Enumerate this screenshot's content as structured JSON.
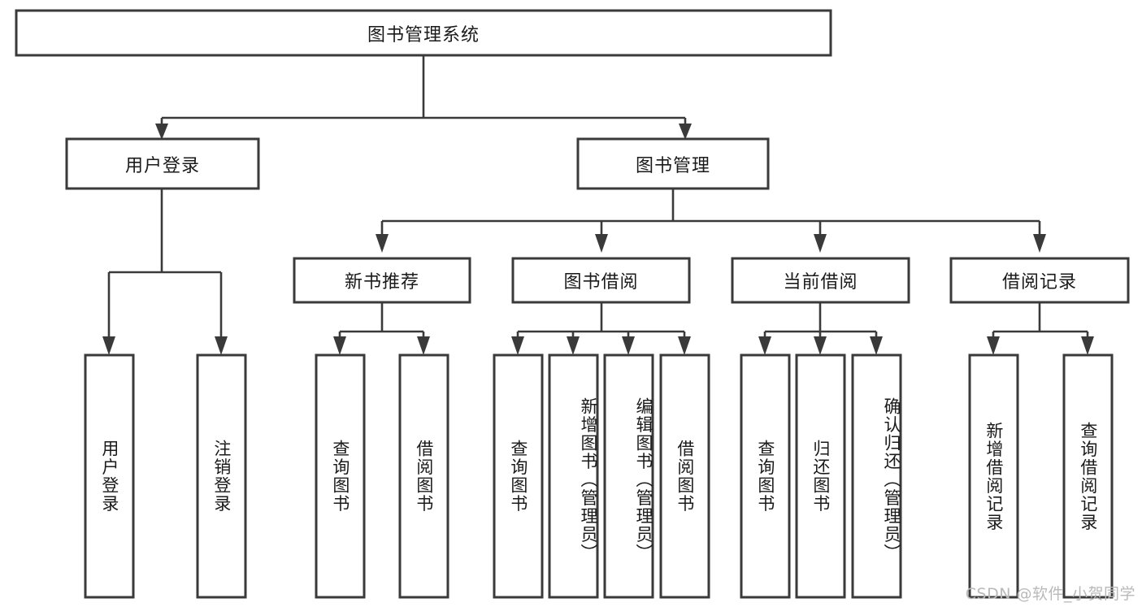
{
  "diagram": {
    "title": "图书管理系统",
    "type": "tree",
    "orientation": "top-down",
    "colors": {
      "box_stroke": "#3a3a3a",
      "box_fill": "#ffffff",
      "connector": "#3a3a3a",
      "text": "#1a1a1a",
      "watermark": "#b9b9b9",
      "background": "#ffffff"
    },
    "root": {
      "label": "图书管理系统"
    },
    "level1": [
      {
        "label": "用户登录"
      },
      {
        "label": "图书管理"
      }
    ],
    "level2": [
      {
        "label": "新书推荐"
      },
      {
        "label": "图书借阅"
      },
      {
        "label": "当前借阅"
      },
      {
        "label": "借阅记录"
      }
    ],
    "leaves": {
      "user_login": [
        {
          "label": "用户登录"
        },
        {
          "label": "注销登录"
        }
      ],
      "new_book_recommend": [
        {
          "label": "查询图书"
        },
        {
          "label": "借阅图书"
        }
      ],
      "book_borrow": [
        {
          "label": "查询图书"
        },
        {
          "label": "新增图书（管理员）"
        },
        {
          "label": "编辑图书（管理员）"
        },
        {
          "label": "借阅图书"
        }
      ],
      "current_borrow": [
        {
          "label": "查询图书"
        },
        {
          "label": "归还图书"
        },
        {
          "label": "确认归还（管理员）"
        }
      ],
      "borrow_record": [
        {
          "label": "新增借阅记录"
        },
        {
          "label": "查询借阅记录"
        }
      ]
    },
    "watermark": "CSDN @软件_小贺同学"
  }
}
